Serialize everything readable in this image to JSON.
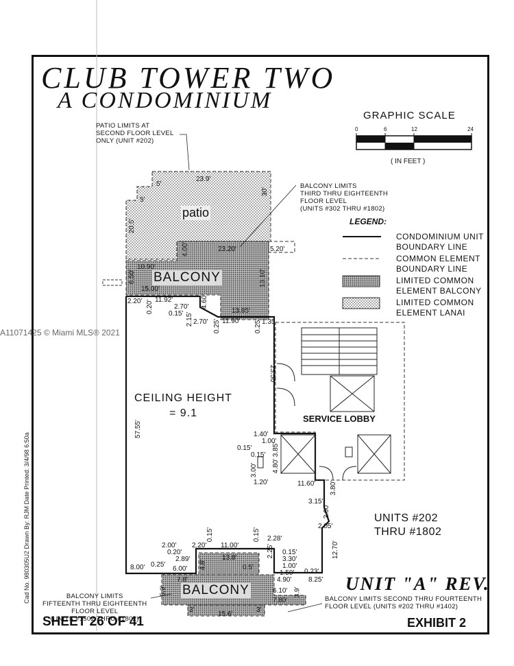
{
  "title": {
    "line1": "CLUB TOWER TWO",
    "line2": "A CONDOMINIUM"
  },
  "scale": {
    "title": "GRAPHIC SCALE",
    "ticks": [
      "0",
      "6",
      "12",
      "24"
    ],
    "unit": "( IN FEET )"
  },
  "notes": {
    "patio_limits": [
      "PATIO LIMITS AT",
      "SECOND FLOOR LEVEL",
      "ONLY (UNIT #202)"
    ],
    "balcony_upper": [
      "BALCONY LIMITS",
      "THIRD THRU EIGHTEENTH",
      "FLOOR LEVEL",
      "(UNITS #302 THRU #1802)"
    ],
    "balcony_lower_left": [
      "BALCONY LIMITS",
      "FIFTEENTH THRU EIGHTEENTH",
      "FLOOR LEVEL",
      "(UNITS #1502 THRU #1802)"
    ],
    "balcony_lower_right": [
      "BALCONY LIMITS SECOND THRU FOURTEENTH",
      "FLOOR LEVEL (UNITS #202 THRU #1402)"
    ]
  },
  "legend": {
    "title": "LEGEND:",
    "items": [
      {
        "label": [
          "CONDOMINIUM UNIT",
          "BOUNDARY LINE"
        ]
      },
      {
        "label": [
          "COMMON ELEMENT",
          "BOUNDARY LINE"
        ]
      },
      {
        "label": [
          "LIMITED COMMON",
          "ELEMENT BALCONY"
        ]
      },
      {
        "label": [
          "LIMITED COMMON",
          "ELEMENT LANAI"
        ]
      }
    ]
  },
  "rooms": {
    "patio": "patio",
    "balcony_top": "BALCONY",
    "balcony_bottom": "BALCONY",
    "ceiling": [
      "CEILING HEIGHT",
      "= 9.1"
    ],
    "service_lobby": "SERVICE LOBBY"
  },
  "units": [
    "UNITS #202",
    "THRU #1802"
  ],
  "unit_label": "UNIT \"A\" REV.",
  "sheet": "SHEET 26 OF 41",
  "exhibit": "EXHIBIT 2",
  "watermark": "A11071425 © Miami MLS® 2021",
  "drawing_info": "Cad No. 980305U2     Drawn By: RJM     Date Printed: 3/4/98 6:50a",
  "dims": {
    "d1": "23.9'",
    "d2": "5'",
    "d3": "30'",
    "d4": "5'",
    "d5": "20.5'",
    "d6": "4.00'",
    "d7": "23.20'",
    "d8": "5.20'",
    "d9": "10.90'",
    "d10": "6.50'",
    "d11": "15.00'",
    "d12": "13.10'",
    "d13": "2.20'",
    "d14": "0.20'",
    "d15": "11.92'",
    "d16": "2.70'",
    "d17": "0.15'",
    "d18": "4.60'",
    "d19": "13.85'",
    "d20": "2.15'",
    "d21": "2.70'",
    "d22": "0.25'",
    "d23": "11.90'",
    "d24": "0.25'",
    "d25": "1.35",
    "d26": "23.50'",
    "d27": "57.55'",
    "d28": "1.40'",
    "d29": "1.00'",
    "d30": "0.15'",
    "d31": "0.15'",
    "d32": "3.85'",
    "d33": "3.00'",
    "d34": "4.80'",
    "d35": "1.20'",
    "d36": "11.60'",
    "d37": "3.80'",
    "d38": "3.15'",
    "d39": "2.60'",
    "d40": "2.05'",
    "d41": "12.70'",
    "d42": "0.15'",
    "d43": "0.15'",
    "d44": "2.00'",
    "d45": "2.20'",
    "d46": "11.00'",
    "d47": "2.28'",
    "d48": "0.20'",
    "d49": "2.89'",
    "d50": "13.8'",
    "d51": "2.25'",
    "d52": "0.15'",
    "d53": "3.30'",
    "d54": "1.00'",
    "d55": "4.8'",
    "d56": "8.00'",
    "d57": "0.25'",
    "d58": "6.00'",
    "d59": "0.5'",
    "d60": "1.50'",
    "d61": "0.23'",
    "d62": "4.90'",
    "d63": "8.25'",
    "d64": "7.8'",
    "d65": "6.10'",
    "d66": "7.80'",
    "d67": "5.9'",
    "d68": "3.9'",
    "d69": "3'",
    "d70": "15.6'",
    "d71": "3'"
  }
}
